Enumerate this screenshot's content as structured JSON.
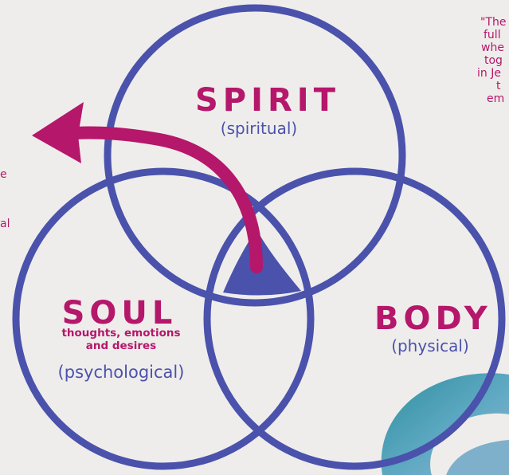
{
  "diagram": {
    "spirit": {
      "title": "SPIRIT",
      "subtitle": "(spiritual)"
    },
    "soul": {
      "title": "SOUL",
      "note_line1": "thoughts, emotions",
      "note_line2": "and desires",
      "subtitle": "(psychological)"
    },
    "body": {
      "title": "BODY",
      "subtitle": "(physical)"
    }
  },
  "quote_fragment": {
    "lines": [
      "\"The",
      "full",
      "whe",
      "tog",
      "in Je",
      "t",
      "em"
    ]
  },
  "left_fragment": {
    "lines": [
      "e",
      "",
      "al"
    ]
  },
  "colors": {
    "background": "#efedeb",
    "circle_stroke": "#4a52ac",
    "accent_magenta": "#b5176b",
    "center_fill": "#4a52ac"
  },
  "icons": [
    "curved-arrow-icon",
    "center-triangle-icon",
    "decorative-swirl-icon"
  ]
}
